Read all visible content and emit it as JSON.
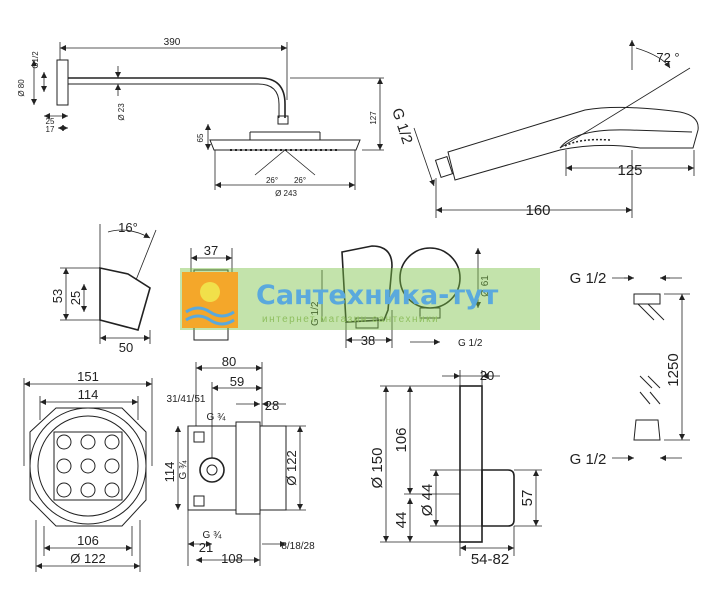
{
  "shower_arm": {
    "d390": "390",
    "d80": "Ø 80",
    "g12": "G1/2",
    "d25": "25",
    "d17": "17",
    "d23": "Ø 23",
    "d65": "65",
    "d127": "127",
    "a26l": "26°",
    "a26r": "26°",
    "d243": "Ø 243"
  },
  "hand_shower": {
    "g12": "G 1/2",
    "a72": "72 °",
    "d125": "125",
    "d160": "160"
  },
  "holder": {
    "a16": "16°",
    "d53": "53",
    "d25": "25",
    "d50": "50"
  },
  "connector": {
    "d37": "37",
    "g12v": "G 1/2",
    "d61": "Ø 61",
    "d38": "38",
    "g12h": "G 1/2"
  },
  "hose": {
    "g12top": "G 1/2",
    "d1250": "1250",
    "g12bot": "G 1/2"
  },
  "box": {
    "d151": "151",
    "d114": "114",
    "d106": "106",
    "d122": "Ø 122"
  },
  "body": {
    "d80": "80",
    "d59": "59",
    "d314151": "31/41/51",
    "d28": "28",
    "g34a": "G ¾",
    "d114": "114",
    "g34b": "G ¾",
    "d122": "Ø 122",
    "g34c": "G ¾",
    "d21": "21",
    "d108": "108",
    "d81828": "8/18/28"
  },
  "thermostat": {
    "d20": "20",
    "d150": "Ø 150",
    "d106": "106",
    "d44a": "Ø 44",
    "d44b": "44",
    "d57": "57",
    "d5482": "54-82"
  },
  "watermark": {
    "brand": "Сантехника-тут",
    "tagline": "интернет магазин сантехники",
    "colors": {
      "orange": "#f4a72a",
      "green": "#7bc144",
      "blue": "#5aa9dd",
      "yellow": "#f1e04a"
    }
  }
}
